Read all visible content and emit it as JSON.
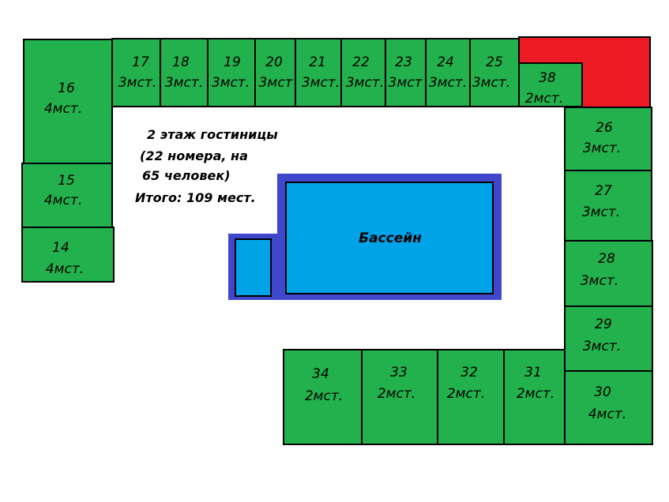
{
  "colors": {
    "room": "#22b14c",
    "reserved": "#ed1c24",
    "pool_border": "#3f48cc",
    "pool_water": "#00a2e8"
  },
  "info": {
    "line1": "2 этаж гостиницы",
    "line2": "(22 номера, на",
    "line3": "65 человек)",
    "line4": "Итого: 109 мест."
  },
  "pool": {
    "label": "Бассейн"
  },
  "rooms": [
    {
      "number": "16",
      "beds": "4мст."
    },
    {
      "number": "15",
      "beds": "4мст."
    },
    {
      "number": "14",
      "beds": "4мст."
    },
    {
      "number": "17",
      "beds": "3мст."
    },
    {
      "number": "18",
      "beds": "3мст."
    },
    {
      "number": "19",
      "beds": "3мст."
    },
    {
      "number": "20",
      "beds": "3мст"
    },
    {
      "number": "21",
      "beds": "3мст."
    },
    {
      "number": "22",
      "beds": "3мст."
    },
    {
      "number": "23",
      "beds": "3мст"
    },
    {
      "number": "24",
      "beds": "3мст."
    },
    {
      "number": "25",
      "beds": "3мст."
    },
    {
      "number": "38",
      "beds": "2мст."
    },
    {
      "number": "26",
      "beds": "3мст."
    },
    {
      "number": "27",
      "beds": "3мст."
    },
    {
      "number": "28",
      "beds": "3мст."
    },
    {
      "number": "29",
      "beds": "3мст."
    },
    {
      "number": "30",
      "beds": "4мст."
    },
    {
      "number": "31",
      "beds": "2мст."
    },
    {
      "number": "32",
      "beds": "2мст."
    },
    {
      "number": "33",
      "beds": "2мст."
    },
    {
      "number": "34",
      "beds": "2мст."
    }
  ]
}
